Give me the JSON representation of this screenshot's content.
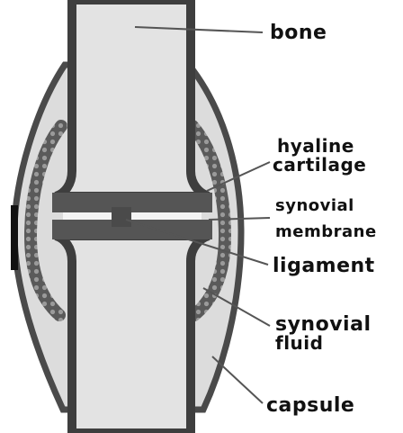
{
  "labels": {
    "bone": "bone",
    "hyaline_line1": "hyaline",
    "hyaline_line2": "cartilage",
    "synovial_membrane_line1": "synovial",
    "synovial_membrane_line2": "membrane",
    "ligament": "ligament",
    "synovial_fluid_line1": "synovial",
    "synovial_fluid_line2": "fluid",
    "capsule": "capsule"
  },
  "colors": {
    "bone": "#e3e3e3",
    "outline": "#4a4a4a",
    "fluid": "#dcdcdc",
    "cartilage": "#555555"
  }
}
